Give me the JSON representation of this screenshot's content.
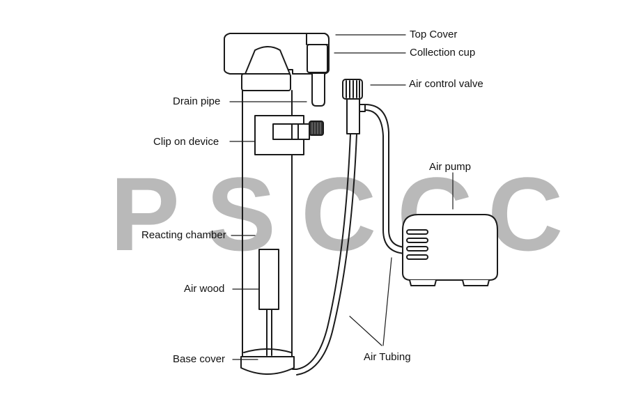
{
  "watermark": {
    "letters": [
      "P",
      "S",
      "C",
      "C",
      "C"
    ],
    "color": "#b9b9b9"
  },
  "labels": {
    "top_cover": "Top Cover",
    "collection_cup": "Collection cup",
    "air_control_valve": "Air control valve",
    "drain_pipe": "Drain pipe",
    "clip_on_device": "Clip on device",
    "air_pump": "Air pump",
    "reacting_chamber": "Reacting chamber",
    "air_wood": "Air wood",
    "base_cover": "Base cover",
    "air_tubing": "Air Tubing"
  },
  "colors": {
    "line": "#1a1a1a",
    "text": "#111111",
    "background": "#ffffff"
  }
}
